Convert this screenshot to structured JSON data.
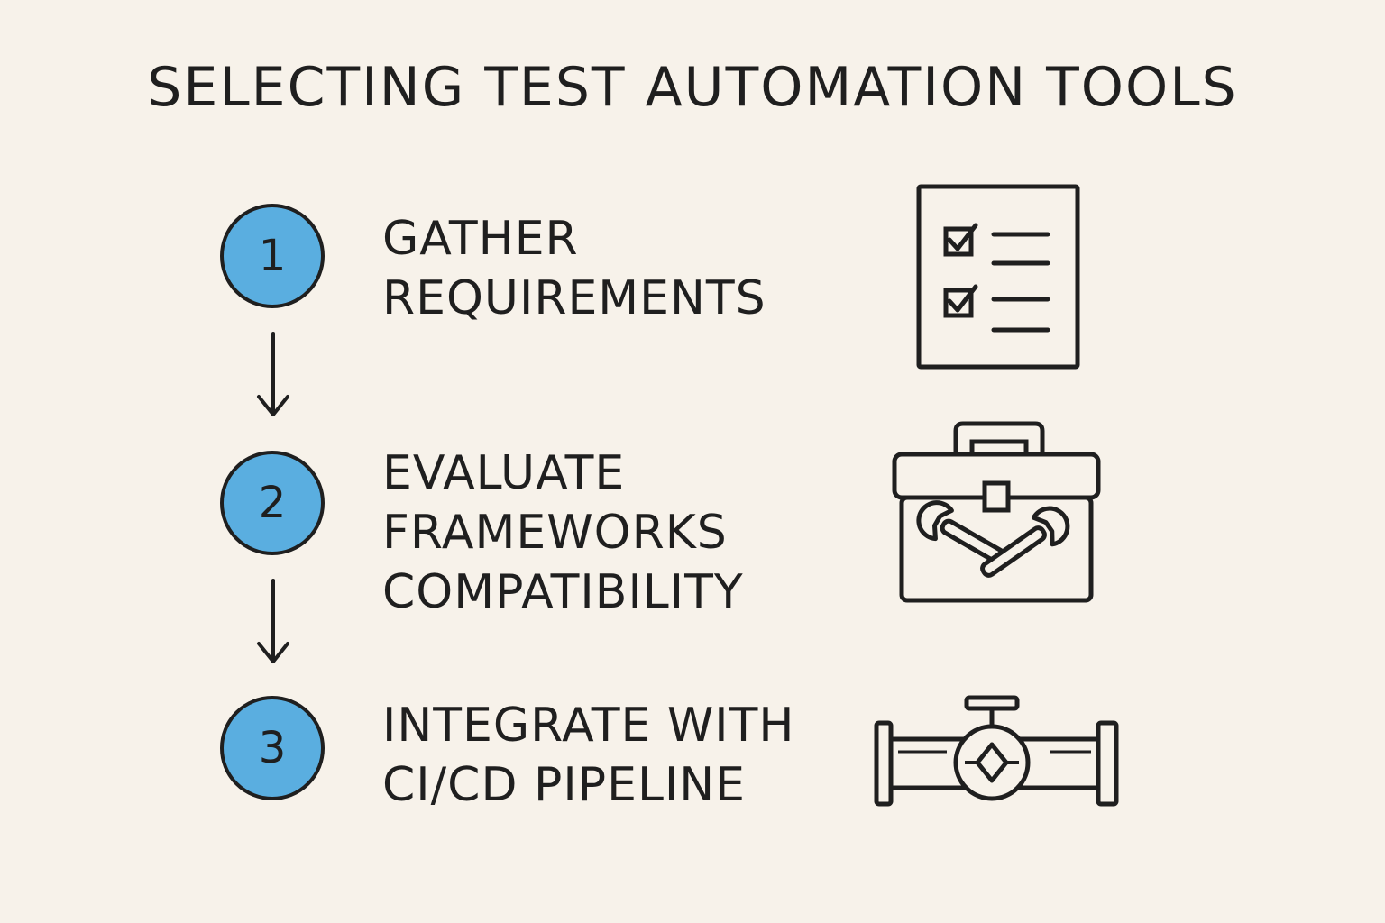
{
  "title": "SELECTING TEST AUTOMATION TOOLS",
  "colors": {
    "background": "#f7f2ea",
    "circle_fill": "#5aaee0",
    "ink": "#1f1f1f"
  },
  "steps": [
    {
      "number": "1",
      "lines": [
        "GATHER",
        "REQUIREMENTS"
      ],
      "icon": "checklist-icon"
    },
    {
      "number": "2",
      "lines": [
        "EVALUATE",
        "FRAMEWORKS",
        "COMPATIBILITY"
      ],
      "icon": "toolbox-icon"
    },
    {
      "number": "3",
      "lines": [
        "INTEGRATE WITH",
        "CI/CD PIPELINE"
      ],
      "icon": "pipeline-valve-icon"
    }
  ]
}
